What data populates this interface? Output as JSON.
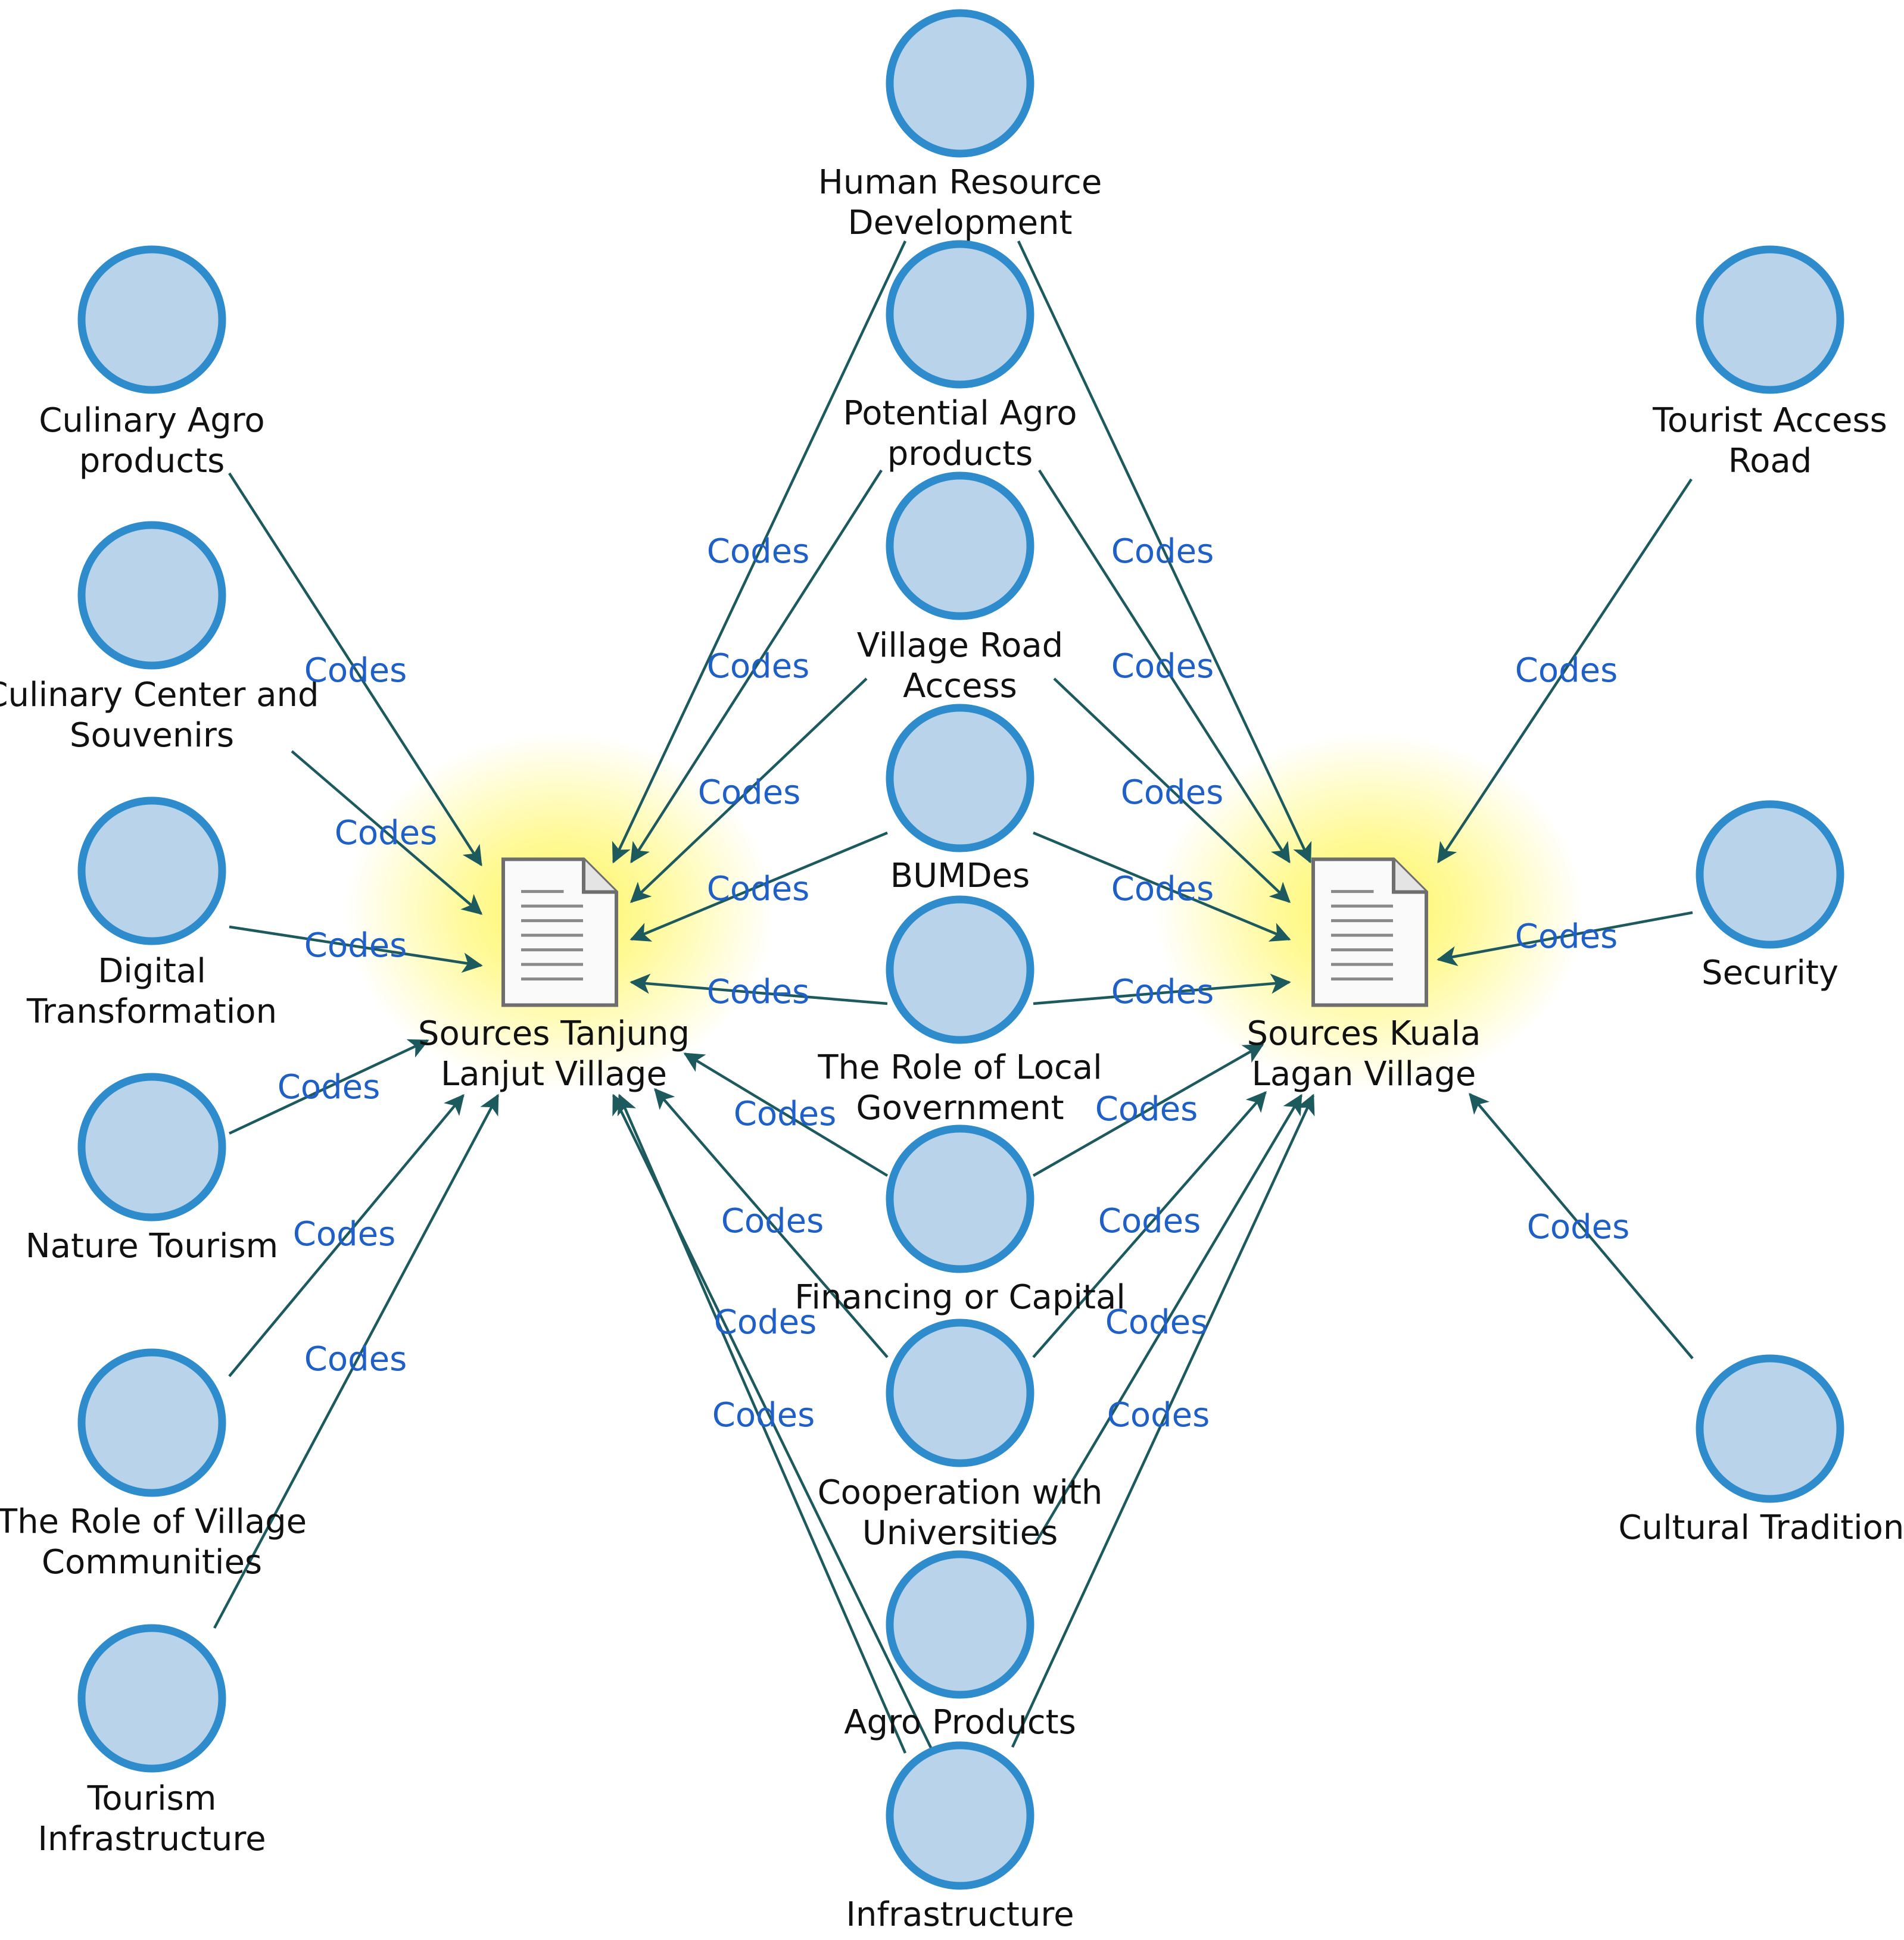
{
  "diagram": {
    "edge_label": "Codes",
    "colors": {
      "node_fill": "#b9d3ea",
      "node_stroke": "#2f8ccc",
      "edge": "#1d5a5e",
      "edge_label": "#1f5fc8",
      "highlight": "#fff65a",
      "doc_fill": "#fafafa",
      "doc_stroke": "#6e6e6e"
    },
    "sources": [
      {
        "id": "tanjung",
        "label_lines": [
          "Sources Tanjung",
          "Lanjut Village"
        ],
        "icon": "document-icon"
      },
      {
        "id": "kuala",
        "label_lines": [
          "Sources Kuala",
          "Lagan Village"
        ],
        "icon": "document-icon"
      }
    ],
    "nodes": [
      {
        "id": "culinary-agro",
        "label_lines": [
          "Culinary Agro",
          "products"
        ],
        "targets": [
          "tanjung"
        ]
      },
      {
        "id": "culinary-center",
        "label_lines": [
          "Culinary Center and",
          "Souvenirs"
        ],
        "targets": [
          "tanjung"
        ]
      },
      {
        "id": "digital",
        "label_lines": [
          "Digital",
          "Transformation"
        ],
        "targets": [
          "tanjung"
        ]
      },
      {
        "id": "nature",
        "label_lines": [
          "Nature Tourism"
        ],
        "targets": [
          "tanjung"
        ]
      },
      {
        "id": "village-communities",
        "label_lines": [
          "The Role of Village",
          "Communities"
        ],
        "targets": [
          "tanjung"
        ]
      },
      {
        "id": "tourism-infra",
        "label_lines": [
          "Tourism",
          "Infrastructure"
        ],
        "targets": [
          "tanjung"
        ]
      },
      {
        "id": "hrd",
        "label_lines": [
          "Human Resource",
          "Development"
        ],
        "targets": [
          "tanjung",
          "kuala"
        ]
      },
      {
        "id": "potential-agro",
        "label_lines": [
          "Potential Agro",
          "products"
        ],
        "targets": [
          "tanjung",
          "kuala"
        ]
      },
      {
        "id": "village-road",
        "label_lines": [
          "Village Road",
          "Access"
        ],
        "targets": [
          "tanjung",
          "kuala"
        ]
      },
      {
        "id": "bumdes",
        "label_lines": [
          "BUMDes"
        ],
        "targets": [
          "tanjung",
          "kuala"
        ]
      },
      {
        "id": "local-gov",
        "label_lines": [
          "The Role of Local",
          "Government"
        ],
        "targets": [
          "tanjung",
          "kuala"
        ]
      },
      {
        "id": "financing",
        "label_lines": [
          "Financing or Capital"
        ],
        "targets": [
          "tanjung",
          "kuala"
        ]
      },
      {
        "id": "universities",
        "label_lines": [
          "Cooperation with",
          "Universities"
        ],
        "targets": [
          "tanjung",
          "kuala"
        ]
      },
      {
        "id": "agro-products",
        "label_lines": [
          "Agro Products"
        ],
        "targets": [
          "tanjung",
          "kuala"
        ]
      },
      {
        "id": "infrastructure",
        "label_lines": [
          "Infrastructure"
        ],
        "targets": [
          "tanjung",
          "kuala"
        ]
      },
      {
        "id": "tourist-road",
        "label_lines": [
          "Tourist Access",
          "Road"
        ],
        "targets": [
          "kuala"
        ]
      },
      {
        "id": "security",
        "label_lines": [
          "Security"
        ],
        "targets": [
          "kuala"
        ]
      },
      {
        "id": "cultural",
        "label_lines": [
          "Cultural Traditions"
        ],
        "targets": [
          "kuala"
        ]
      }
    ]
  }
}
